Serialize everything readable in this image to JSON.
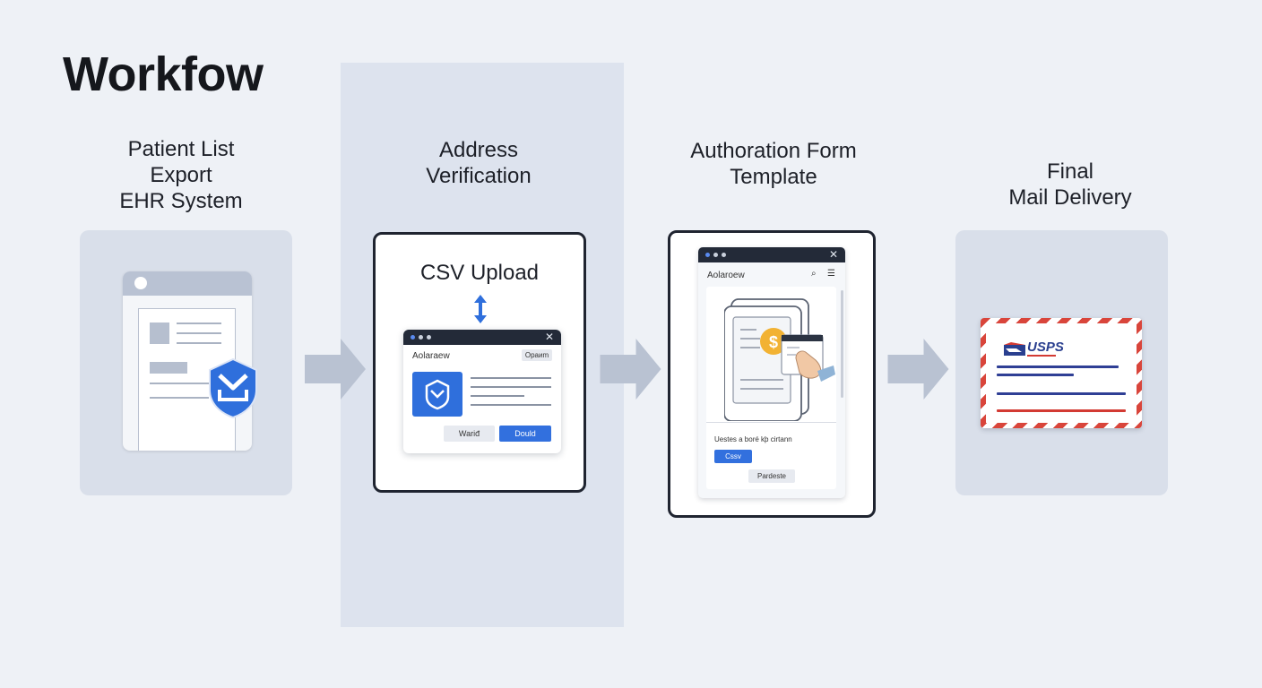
{
  "title": "Workfow",
  "steps": [
    {
      "label_lines": [
        "Patient List",
        "Export",
        "EHR System"
      ]
    },
    {
      "label_lines": [
        "Address",
        "Verification"
      ]
    },
    {
      "label_lines": [
        "Authoration Form",
        "Template"
      ]
    },
    {
      "label_lines": [
        "Final",
        "Mail Delivery"
      ]
    }
  ],
  "csv_panel": {
    "title": "CSV Upload",
    "window_label": "Aolaraew",
    "chip_label": "Ораиm",
    "button_left": "Wariđ",
    "button_right": "Dould",
    "close_glyph": "✕"
  },
  "form_panel": {
    "window_label": "Aolaroew",
    "caption": "Uestes a boré kþ cirtann",
    "button_blue": "Cssv",
    "button_grey": "Pardeste",
    "coin_glyph": "$",
    "close_glyph": "✕",
    "search_glyph": "⌕",
    "menu_glyph": "☰"
  },
  "mail_panel": {
    "carrier": "USPS"
  },
  "colors": {
    "background": "#eef1f6",
    "band": "#dde3ee",
    "panel": "#d9dfea",
    "accent_blue": "#2f6fdc",
    "arrow": "#b9c2d2",
    "stripe_red": "#d9453b",
    "usps_blue": "#2a3f8f"
  }
}
